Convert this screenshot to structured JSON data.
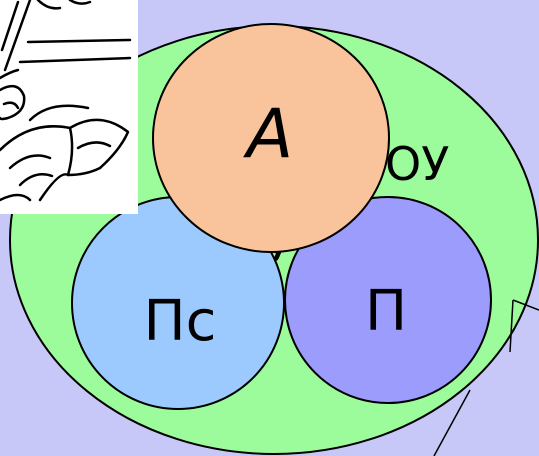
{
  "background_color": "#c8c8f8",
  "outer_circle": {
    "label": "ОУ",
    "fill": "#9cfc9c"
  },
  "hidden_label": "ОУ",
  "circle_a": {
    "label": "А",
    "fill": "#f9c49c"
  },
  "circle_pc": {
    "label": "Пс",
    "fill": "#9ccaff"
  },
  "circle_p": {
    "label": "П",
    "fill": "#9c9cfc"
  },
  "clipart": {
    "icon": "person-writing-book-icon"
  }
}
